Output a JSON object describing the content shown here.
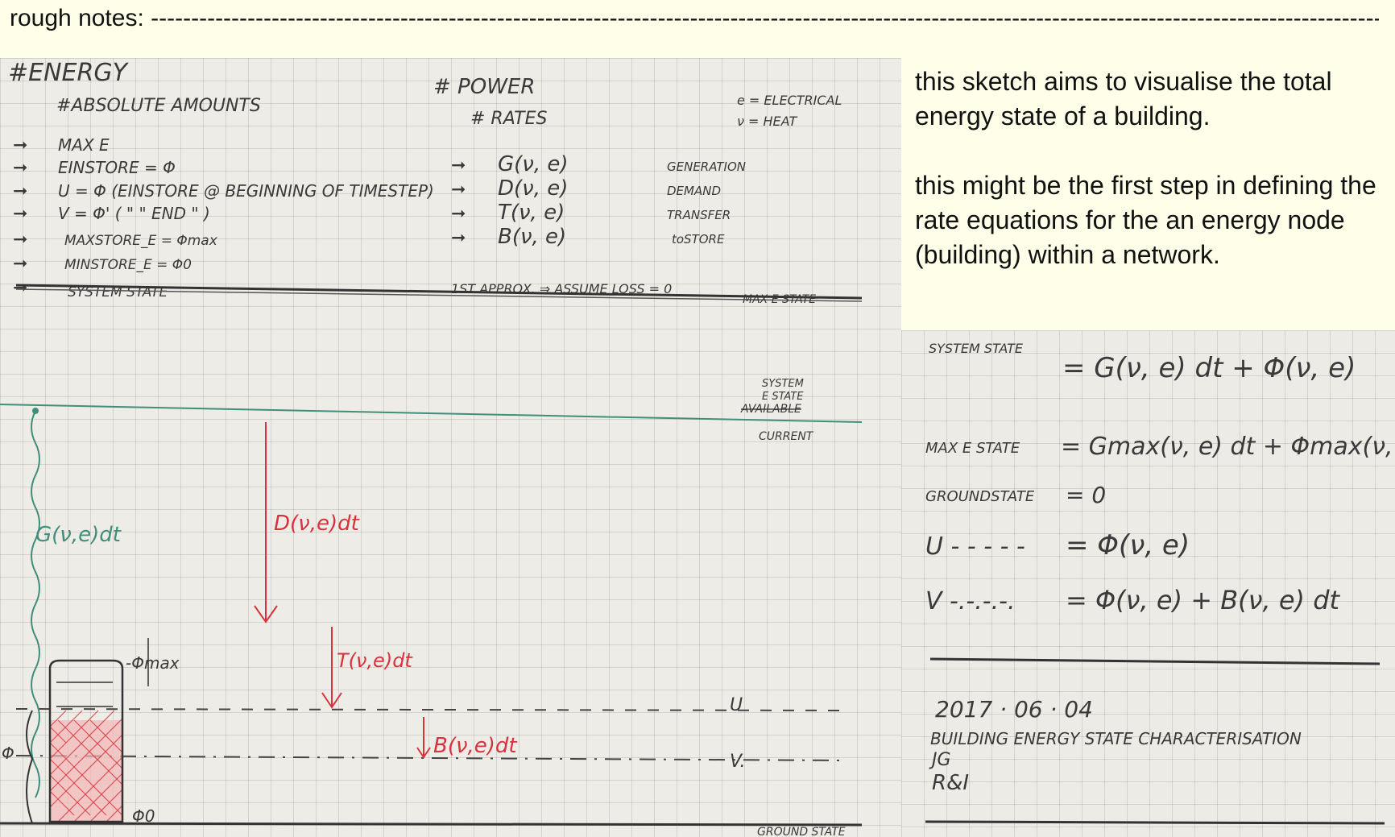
{
  "header": {
    "label": "rough notes:",
    "rule": "-------------------------------------------------------------------------------------------------------------------------------------------------------------"
  },
  "description": {
    "paragraph_1": "this sketch aims to visualise the total energy state of a building.",
    "paragraph_2": "this might be the first step in defining the rate equations for the an energy node (building) within a network."
  },
  "sketch_left": {
    "energy_heading": "#ENERGY",
    "energy_subheading": "#ABSOLUTE AMOUNTS",
    "energy_items": [
      "MAX E",
      "EINSTORE = Φ",
      "U = Φ (EINSTORE @ BEGINNING OF TIMESTEP)",
      "V = Φ' (    \"    \"    END    \"    )",
      "MAXSTORE_E = Φmax",
      "MINSTORE_E = Φ0",
      "SYSTEM STATE"
    ],
    "power_heading": "# POWER",
    "power_subheading": "# RATES",
    "legend_e": "e = ELECTRICAL",
    "legend_v": "ν = HEAT",
    "power_items": [
      {
        "symbol": "G(ν, e)",
        "meaning": "GENERATION"
      },
      {
        "symbol": "D(ν, e)",
        "meaning": "DEMAND"
      },
      {
        "symbol": "T(ν, e)",
        "meaning": "TRANSFER"
      },
      {
        "symbol": "B(ν, e)",
        "meaning": "toSTORE"
      }
    ],
    "approx_note": "1ST APPROX. ⇒ ASSUME LOSS = 0",
    "level_max": "MAX E STATE",
    "level_system_1": "SYSTEM",
    "level_system_2": "E STATE",
    "level_available": "AVAILABLE",
    "level_current": "CURRENT",
    "level_u": "U",
    "level_v": "V.",
    "level_ground": "GROUND STATE",
    "label_g": "G(ν,e)dt",
    "label_d": "D(ν,e)dt",
    "label_t": "T(ν,e)dt",
    "label_b": "B(ν,e)dt",
    "label_phimax": "-Φmax",
    "label_phi0": "Φ0",
    "label_phi": "Φ"
  },
  "sketch_right": {
    "system_state_label": "SYSTEM STATE",
    "eq_system": "= G(ν, e) dt + Φ(ν, e)",
    "max_state_label": "MAX E STATE",
    "eq_max": "= Gmax(ν, e) dt + Φmax(ν, e)",
    "ground_state_label": "GROUNDSTATE",
    "eq_ground": "= 0",
    "u_label": "U - - - - -",
    "eq_u": "= Φ(ν, e)",
    "v_label": "V -.-.-.-.",
    "eq_v": "= Φ(ν, e) + B(ν, e) dt",
    "date": "2017 · 06 · 04",
    "title": "BUILDING ENERGY STATE CHARACTERISATION",
    "initials_1": "JG",
    "initials_2": "R&I"
  },
  "colors": {
    "ink": "#3a3a3a",
    "red_ink": "#d8333d",
    "teal_ink": "#3f8f7a",
    "page_bg": "#ffffe9"
  }
}
